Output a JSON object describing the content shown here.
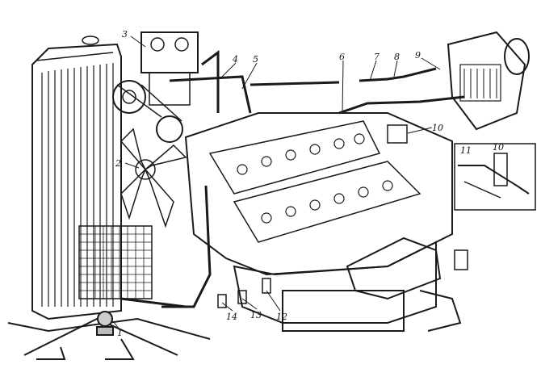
{
  "callouts": [
    {
      "id": "1",
      "text": "1"
    },
    {
      "id": "2",
      "text": "2"
    },
    {
      "id": "3",
      "text": "3"
    },
    {
      "id": "4",
      "text": "4"
    },
    {
      "id": "5",
      "text": "5"
    },
    {
      "id": "6",
      "text": "6"
    },
    {
      "id": "7",
      "text": "7"
    },
    {
      "id": "8",
      "text": "8"
    },
    {
      "id": "9",
      "text": "9"
    },
    {
      "id": "10",
      "text": "10"
    },
    {
      "id": "10b",
      "text": "10"
    },
    {
      "id": "11",
      "text": "11"
    },
    {
      "id": "12",
      "text": "12"
    },
    {
      "id": "13",
      "text": "13"
    },
    {
      "id": "14",
      "text": "14"
    }
  ],
  "colors": {
    "ink": "#1a1a1a",
    "paper": "#ffffff"
  }
}
